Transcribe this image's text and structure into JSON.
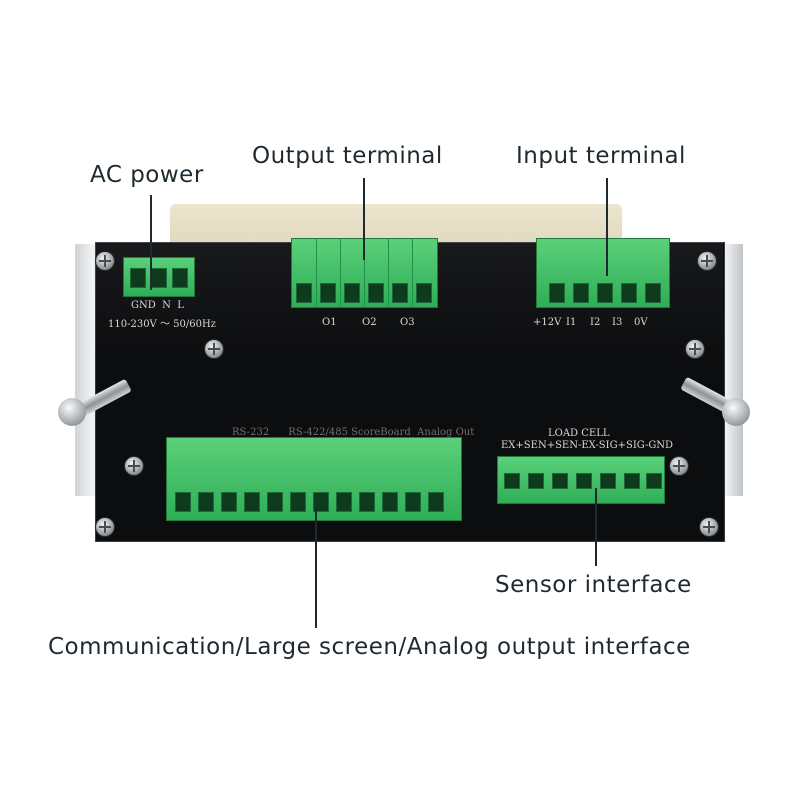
{
  "callouts": {
    "ac_power": "AC power",
    "output_terminal": "Output terminal",
    "input_terminal": "Input terminal",
    "sensor_interface": "Sensor interface",
    "comm_interface": "Communication/Large screen/Analog output interface"
  },
  "silkscreen": {
    "power_pins": "GND  N  L",
    "power_rating": "110-230V 〜 50/60Hz",
    "outputs": [
      "O1",
      "O2",
      "O3"
    ],
    "inputs": [
      "+12V",
      "I1",
      "I2",
      "I3",
      "0V"
    ],
    "comm_header": "RS-232      RS-422/485 ScoreBoard  Analog Out",
    "load_cell": "LOAD CELL",
    "load_cell_pins": "EX+SEN+SEN-EX-SIG+SIG-GND"
  },
  "colors": {
    "terminal_green": "#3cbf63",
    "panel_black": "#0c0d0f",
    "callout_text": "#1f2a30"
  }
}
